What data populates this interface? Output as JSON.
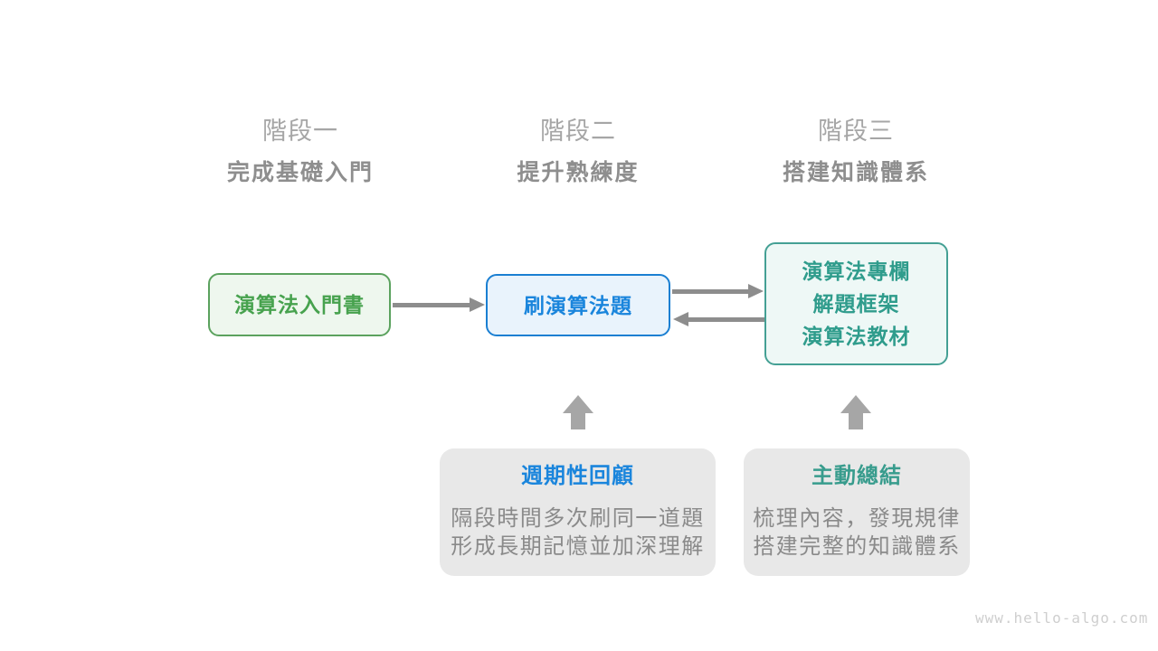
{
  "page": {
    "watermark": "www.hello-algo.com",
    "background": "#ffffff"
  },
  "stages": [
    {
      "label": "階段一",
      "subtitle": "完成基礎入門"
    },
    {
      "label": "階段二",
      "subtitle": "提升熟練度"
    },
    {
      "label": "階段三",
      "subtitle": "搭建知識體系"
    }
  ],
  "nodes": {
    "intro_book": {
      "label": "演算法入門書"
    },
    "practice": {
      "label": "刷演算法題"
    },
    "advanced": {
      "lines": [
        "演算法專欄",
        "解題框架",
        "演算法教材"
      ]
    }
  },
  "callouts": [
    {
      "title": "週期性回顧",
      "lines": [
        "隔段時間多次刷同一道題",
        "形成長期記憶並加深理解"
      ]
    },
    {
      "title": "主動總結",
      "lines": [
        "梳理內容，發現規律",
        "搭建完整的知識體系"
      ]
    }
  ],
  "colors": {
    "stage_title": "#a6a6a6",
    "stage_subtitle": "#8e8e8e",
    "green_text": "#47a24e",
    "green_border": "#5ba25e",
    "green_bg": "#eef7ee",
    "blue_text": "#1a85dc",
    "blue_border": "#1a7fd2",
    "blue_bg": "#e9f3fc",
    "teal_text": "#2f9c8c",
    "teal_border": "#44a094",
    "teal_bg": "#eef8f6",
    "callout_bg": "#e8e8e8",
    "callout_desc_text": "#8a8a8a",
    "arrow": "#8d8d8d",
    "block_arrow": "#a6a6a6",
    "watermark": "#cfcfcf"
  }
}
